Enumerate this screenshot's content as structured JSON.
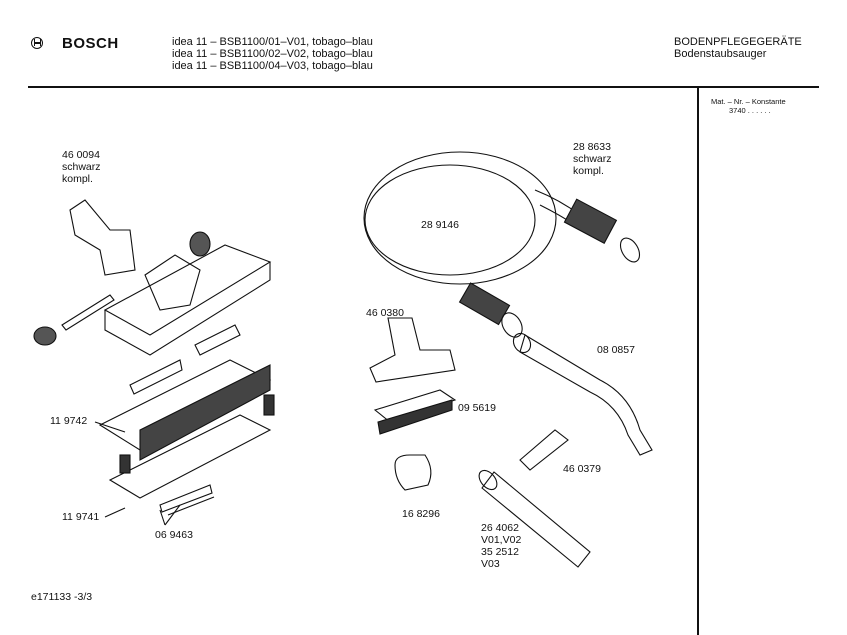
{
  "header": {
    "brand": "BOSCH",
    "models": [
      "idea 11 – BSB1100/01–V01, tobago–blau",
      "idea 11 – BSB1100/02–V02, tobago–blau",
      "idea 11 – BSB1100/04–V03, tobago–blau"
    ],
    "category": "BODENPFLEGEGERÄTE",
    "subcategory": "Bodenstaubsauger"
  },
  "sidebar": {
    "title": "Mat. – Nr. – Konstante",
    "value": "3740 . .   . . . ."
  },
  "parts": [
    {
      "id": "p460094",
      "lines": [
        "46 0094",
        "schwarz",
        "kompl."
      ]
    },
    {
      "id": "p288633",
      "lines": [
        "28 8633",
        "schwarz",
        "kompl."
      ]
    },
    {
      "id": "p289146",
      "lines": [
        "28 9146"
      ]
    },
    {
      "id": "p460380",
      "lines": [
        "46 0380"
      ]
    },
    {
      "id": "p080857",
      "lines": [
        "08 0857"
      ]
    },
    {
      "id": "p095619",
      "lines": [
        "09 5619"
      ]
    },
    {
      "id": "p119742",
      "lines": [
        "11 9742"
      ]
    },
    {
      "id": "p460379",
      "lines": [
        "46 0379"
      ]
    },
    {
      "id": "p168296",
      "lines": [
        "16 8296"
      ]
    },
    {
      "id": "p119741",
      "lines": [
        "11 9741"
      ]
    },
    {
      "id": "p069463",
      "lines": [
        "06 9463"
      ]
    },
    {
      "id": "p264062",
      "lines": [
        "26 4062",
        "V01,V02",
        "35 2512",
        "V03"
      ]
    }
  ],
  "footer": {
    "doc_id": "e171133 -3/3"
  }
}
